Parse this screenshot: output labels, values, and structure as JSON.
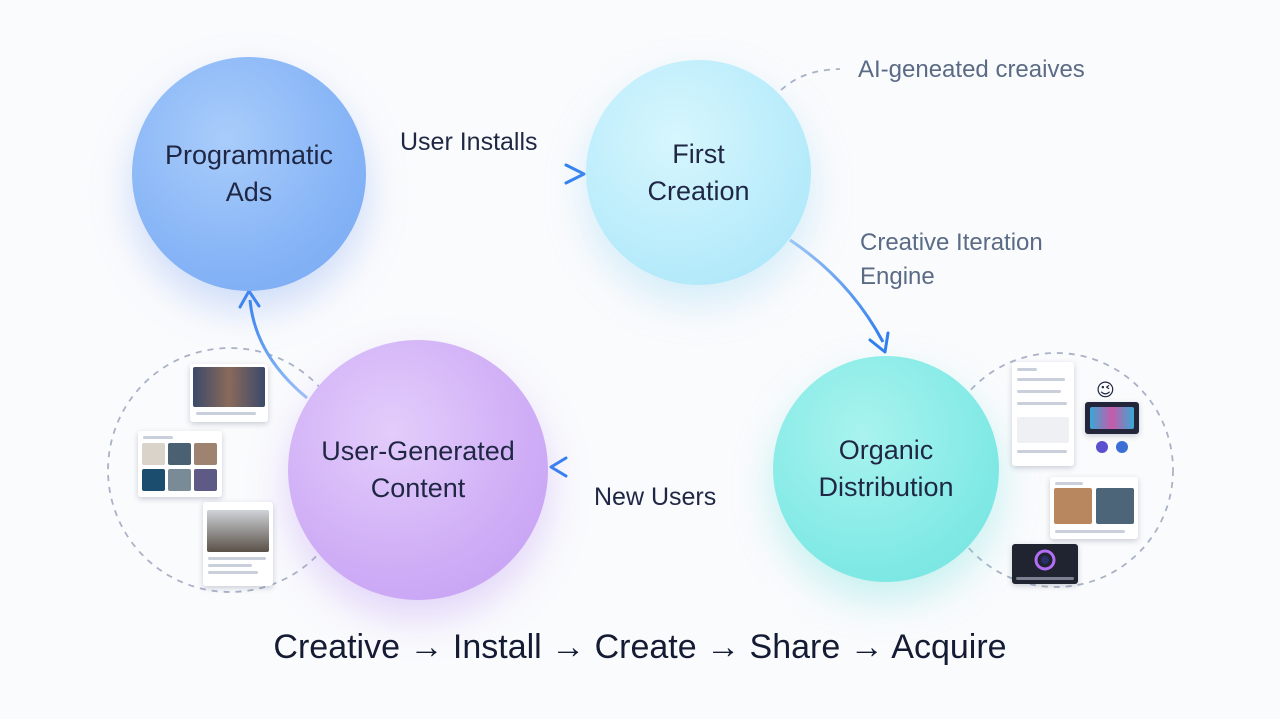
{
  "nodes": {
    "programmatic_ads": "Programmatic\nAds",
    "first_creation": "First\nCreation",
    "organic_distribution": "Organic\nDistribution",
    "user_generated_content": "User-Generated\nContent"
  },
  "edges": {
    "user_installs": "User Installs",
    "new_users": "New Users"
  },
  "annotations": {
    "ai_creatives": "AI-geneated creaives",
    "creative_engine": "Creative Iteration\nEngine"
  },
  "caption": "Creative → Install → Create → Share → Acquire",
  "colors": {
    "arrow": "#2f7ef0",
    "programmatic_ads": "#86b4f6",
    "first_creation": "#b9ecfb",
    "organic_distribution": "#84eae6",
    "user_generated_content": "#cfadf6"
  },
  "icons": {
    "emoji": "😉"
  }
}
